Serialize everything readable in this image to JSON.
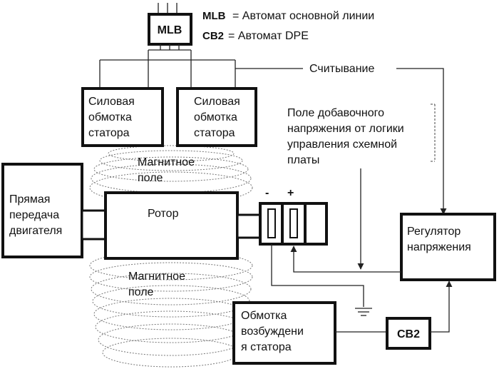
{
  "legend": {
    "mlb_abbr": "MLB",
    "mlb_desc": "= Автомат основной линии",
    "cb2_abbr": "CB2",
    "cb2_desc": "= Автомат DPE"
  },
  "blocks": {
    "mlb": "MLB",
    "stator_left": [
      "Силовая",
      "обмотка",
      "статора"
    ],
    "stator_right": [
      "Силовая",
      "обмотка",
      "статора"
    ],
    "engine": [
      "Прямая",
      "передача",
      "двигателя"
    ],
    "rotor": "Ротор",
    "regulator": [
      "Регулятор",
      "напряжения"
    ],
    "excitation": [
      "Обмотка",
      "возбуждени",
      "я статора"
    ],
    "cb2": "CB2"
  },
  "labels": {
    "readout": "Считывание",
    "field_voltage": [
      "Поле добавочного",
      "напряжения от логики",
      "управления схемной",
      "платы"
    ],
    "magnetic_top": [
      "Магнитное",
      "поле"
    ],
    "magnetic_bottom": [
      "Магнитное",
      "поле"
    ],
    "minus": "-",
    "plus": "+"
  }
}
